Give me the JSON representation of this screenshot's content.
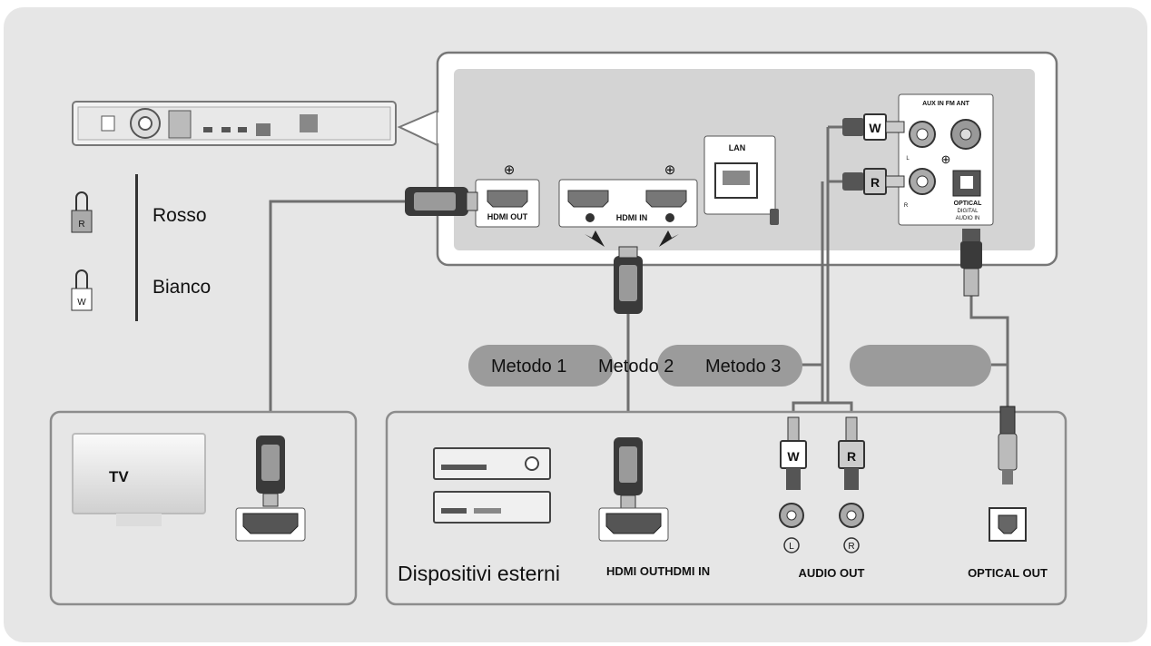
{
  "legend": {
    "red_plug_letter": "R",
    "red_label": "Rosso",
    "white_plug_letter": "W",
    "white_label": "Bianco"
  },
  "panel": {
    "hdmi_out_label": "HDMI OUT",
    "hdmi_in_label": "HDMI IN",
    "lan_label": "LAN",
    "aux_fm_label": "AUX IN FM ANT",
    "aux_left_mark": "L",
    "aux_right_mark": "R",
    "optical_label_1": "OPTICAL",
    "optical_label_2": "DIGITAL",
    "optical_label_3": "AUDIO IN",
    "aux_plug_w": "W",
    "aux_plug_r": "R"
  },
  "methods": {
    "method_1": "Metodo 1",
    "method_2": "Metodo 2",
    "method_3": "Metodo 3"
  },
  "tv_box": {
    "tv_label": "TV"
  },
  "devices_box": {
    "external_devices_label": "Dispositivi esterni",
    "hdmi_out_in_label": "HDMI OUTHDMI IN",
    "plug_w": "W",
    "plug_r": "R",
    "left_mark": "L",
    "right_mark": "R",
    "audio_out_label": "AUDIO OUT",
    "optical_out_label": "OPTICAL OUT"
  },
  "colors": {
    "background": "#e6e6e6",
    "panel_fill": "#d4d4d4",
    "box_border": "#8c8c8c",
    "method_pill": "#9b9b9b",
    "cable": "#6f6f6f",
    "plug_dark": "#3a3a3a"
  }
}
